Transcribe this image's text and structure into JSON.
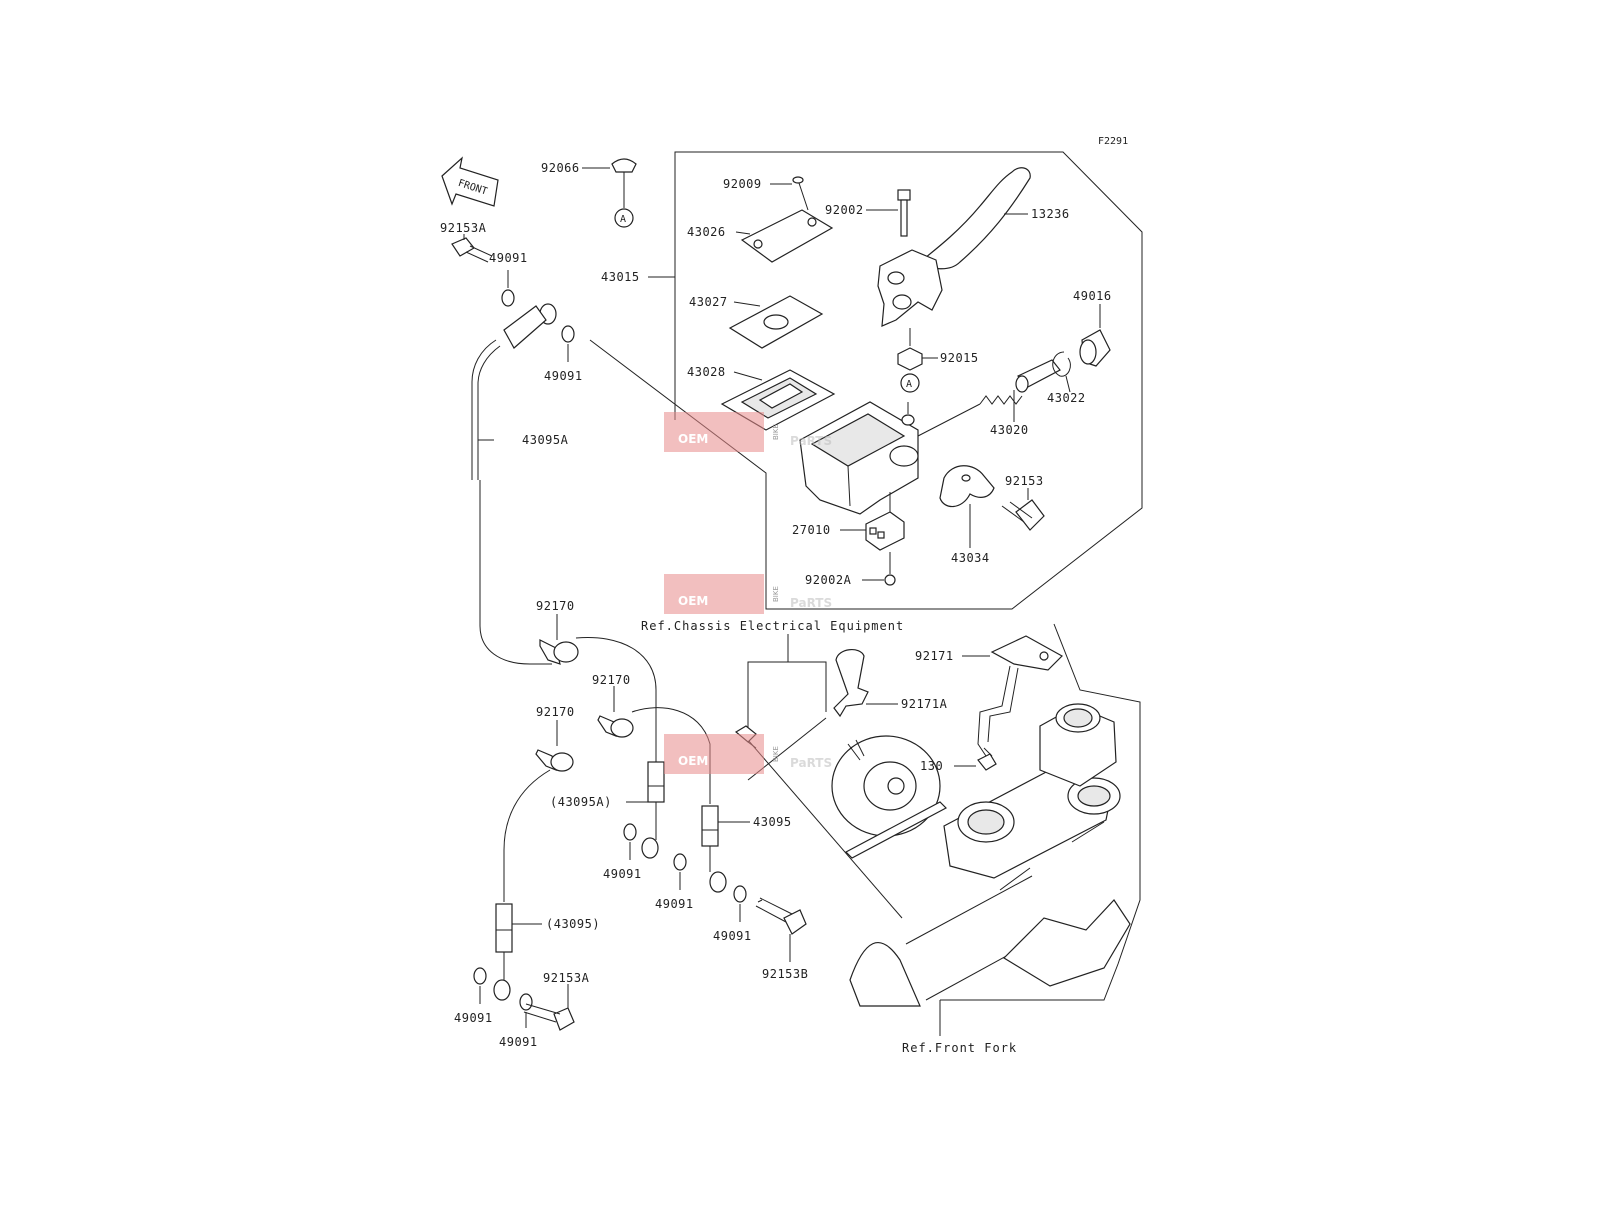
{
  "diagram": {
    "figure_code": "F2291",
    "front_arrow_label": "FRONT",
    "callout_letter": "A",
    "references": {
      "chassis_electrical": "Ref.Chassis Electrical Equipment",
      "front_fork": "Ref.Front Fork"
    },
    "watermark": {
      "brand1": "OEM",
      "brand2": "PaRTS",
      "small": "BIKE"
    },
    "labels": {
      "p92066": "92066",
      "p92009": "92009",
      "p92002": "92002",
      "p13236": "13236",
      "p43026": "43026",
      "p43015": "43015",
      "p43027": "43027",
      "p49016": "49016",
      "p92015": "92015",
      "p43022": "43022",
      "p43028": "43028",
      "p43020": "43020",
      "p92153": "92153",
      "p27010": "27010",
      "p43034": "43034",
      "p92002A": "92002A",
      "p92153A_top": "92153A",
      "p49091_a": "49091",
      "p49091_b": "49091",
      "p43095A": "43095A",
      "p92170_a": "92170",
      "p92170_b": "92170",
      "p92170_c": "92170",
      "p92171": "92171",
      "p92171A": "92171A",
      "p130": "130",
      "p43095A_paren": "(43095A)",
      "p43095": "43095",
      "p49091_c": "49091",
      "p49091_d": "49091",
      "p49091_e": "49091",
      "p92153B": "92153B",
      "p43095_paren": "(43095)",
      "p92153A_bottom": "92153A",
      "p49091_f": "49091",
      "p49091_g": "49091"
    }
  }
}
